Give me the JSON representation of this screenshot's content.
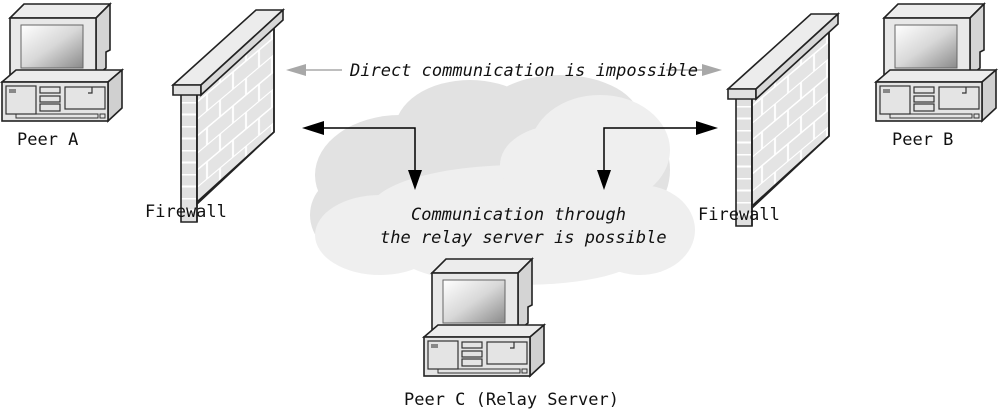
{
  "nodes": {
    "peer_a": {
      "label": "Peer A"
    },
    "peer_b": {
      "label": "Peer B"
    },
    "peer_c": {
      "label": "Peer C (Relay Server)"
    },
    "firewall_left": {
      "label": "Firewall"
    },
    "firewall_right": {
      "label": "Firewall"
    }
  },
  "annotations": {
    "direct": "Direct communication is impossible",
    "relay_line1": "Communication through",
    "relay_line2": "the relay server is possible"
  },
  "colors": {
    "cloud_back": "#e2e2e2",
    "cloud_front": "#eeeeee",
    "gray_arrow": "#a8a8a8",
    "black_arrow": "#000000"
  }
}
